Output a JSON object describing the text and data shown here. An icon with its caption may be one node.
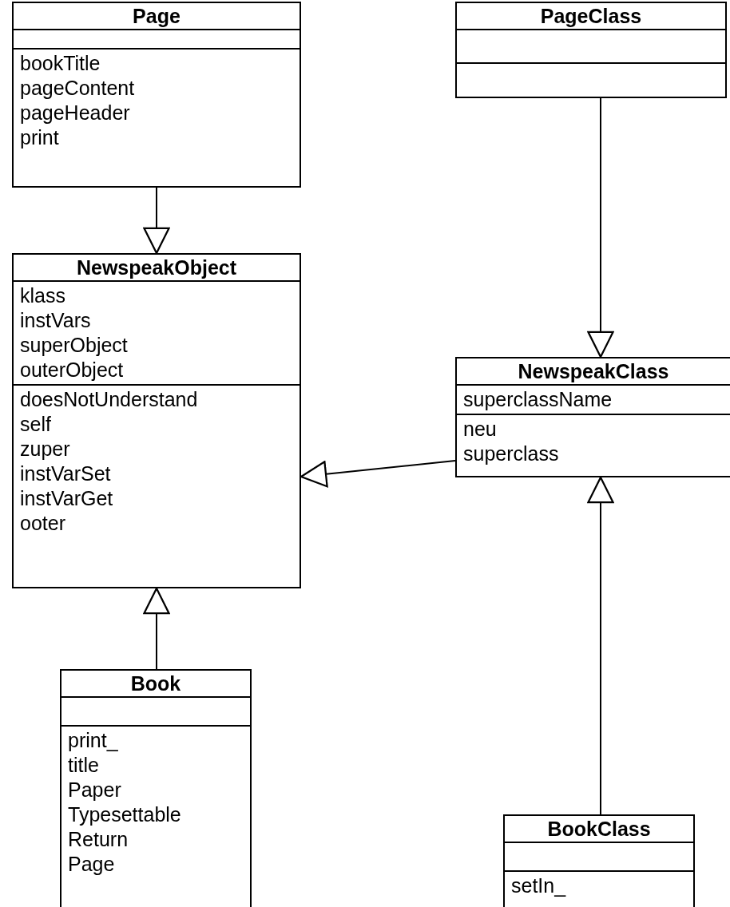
{
  "diagram": {
    "nodes": [
      {
        "text": [
          "Page",
          "bookTitle",
          "pageContent",
          "pageHeader",
          "print"
        ]
      },
      {
        "text": [
          "PageClass"
        ]
      },
      {
        "text": [
          "NewspeakObject",
          "klass",
          "instVars",
          "superObject",
          "outerObject",
          "doesNotUnderstand",
          "self",
          "zuper",
          "instVarSet",
          "instVarGet",
          "ooter"
        ]
      },
      {
        "text": [
          "NewspeakClass",
          "superclassName",
          "neu",
          "superclass"
        ]
      },
      {
        "text": [
          "Book",
          "print_",
          "title",
          "Paper",
          "Typesettable",
          "Return",
          "Page"
        ]
      },
      {
        "text": [
          "BookClass",
          "setIn_"
        ]
      }
    ],
    "edges": [
      {
        "from": 0,
        "to": 2,
        "arrow": "to"
      },
      {
        "from": 1,
        "to": 3,
        "arrow": "to"
      },
      {
        "from": 3,
        "to": 2,
        "arrow": "to"
      },
      {
        "from": 4,
        "to": 2,
        "arrow": "to"
      },
      {
        "from": 5,
        "to": 3,
        "arrow": "to"
      }
    ]
  }
}
